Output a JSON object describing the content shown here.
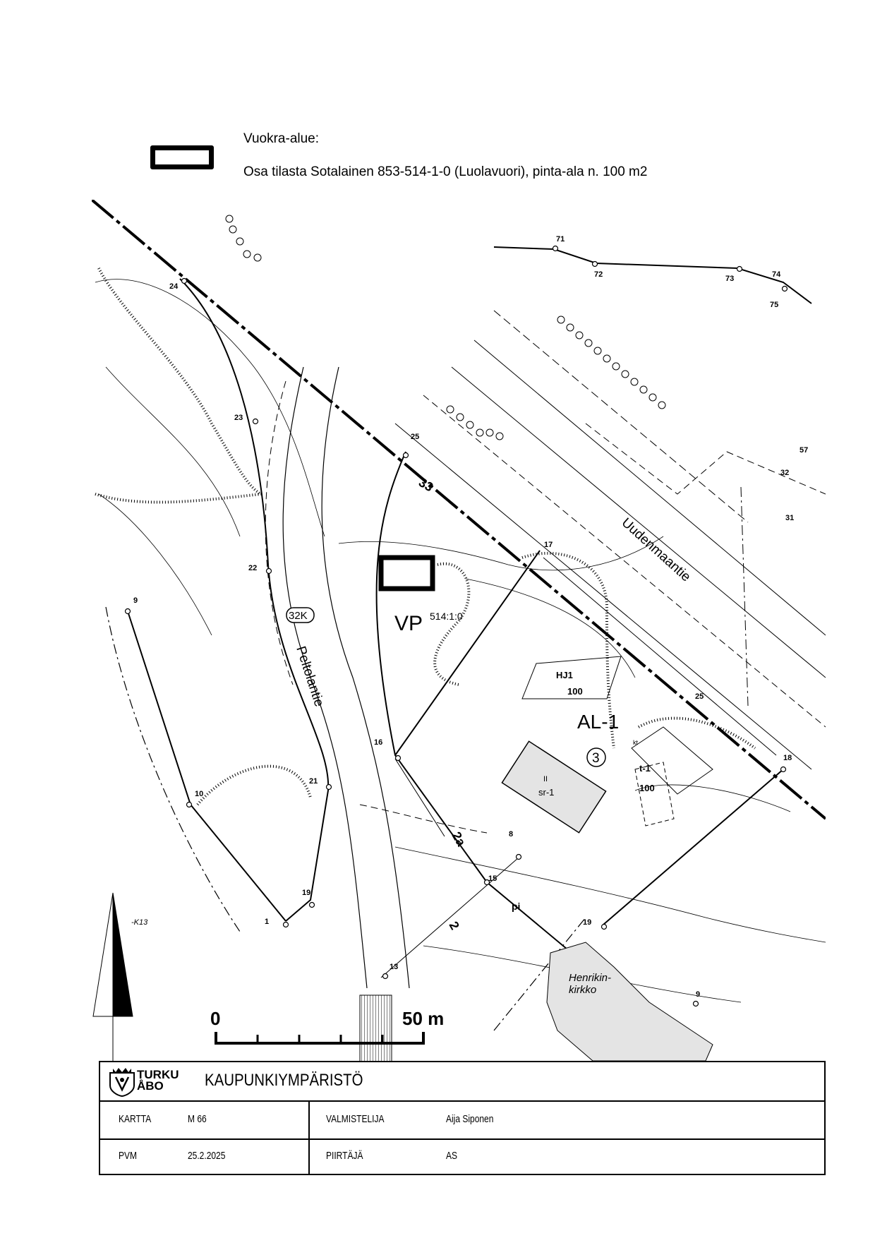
{
  "legend": {
    "title": "Vuokra-alue:",
    "description": "Osa tilasta Sotalainen 853-514-1-0 (Luolavuori), pinta-ala n. 100 m2"
  },
  "map": {
    "street_labels": {
      "uudenmaantie": "Uudenmaantie",
      "peltolantie": "Peltolantie",
      "church": "Henrikin-",
      "church2": "kirkko"
    },
    "zones": {
      "vp": "VP",
      "parcel": "514:1:0",
      "al1": "AL-1",
      "circle3": "3",
      "road_badge": "32K",
      "route33": "33",
      "route2a": "2a",
      "route2": "2",
      "ii": "II",
      "sr1": "sr-1",
      "t1": "t-1",
      "t1_area": "100",
      "hu1": "HJ1",
      "hu1_area": "100",
      "kt": "kt",
      "pi": "pi",
      "k13": "-K13"
    },
    "points": [
      "71",
      "72",
      "73",
      "74",
      "75",
      "24",
      "23",
      "22",
      "9",
      "25",
      "17",
      "57",
      "32",
      "31",
      "16",
      "8",
      "15",
      "10",
      "21",
      "19",
      "1",
      "13",
      "18",
      "19",
      "9",
      "25"
    ],
    "scale": {
      "start": "0",
      "end": "50 m"
    }
  },
  "titleblock": {
    "brand_line1": "TURKU",
    "brand_line2": "ÅBO",
    "department": "KAUPUNKIYMPÄRISTÖ",
    "row1": {
      "label_a": "KARTTA",
      "value_a": "M 66",
      "label_b": "VALMISTELIJA",
      "value_b": "Aija Siponen"
    },
    "row2": {
      "label_a": "PVM",
      "value_a": "25.2.2025",
      "label_b": "PIIRTÄJÄ",
      "value_b": "AS"
    }
  }
}
